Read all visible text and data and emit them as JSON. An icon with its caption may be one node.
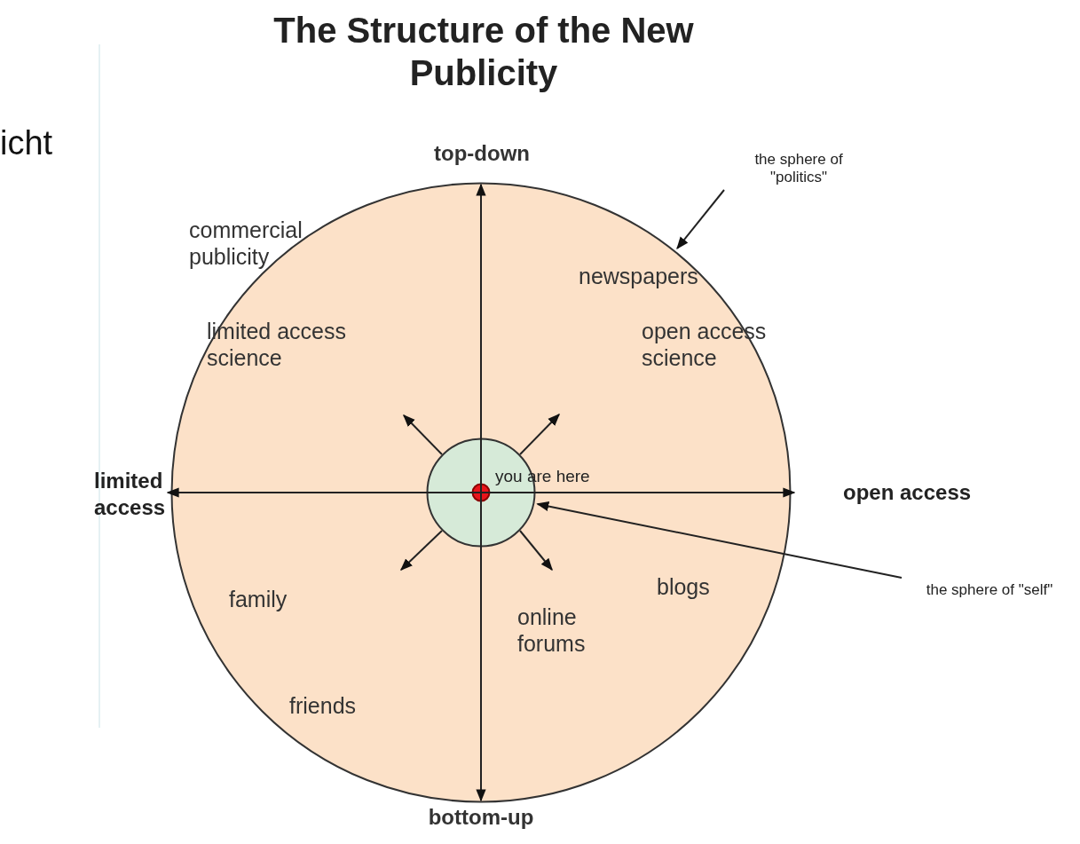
{
  "diagram": {
    "title": "The Structure of the New Publicity",
    "nodes": [
      {
        "text": [],
        "shape": "circle"
      },
      {
        "text": [],
        "shape": "circle",
        "in": 0
      },
      {
        "text": [],
        "shape": "circle",
        "in": 1,
        "beside": [
          "you are here"
        ]
      },
      {
        "text": [
          "the sphere of \"politics\""
        ]
      },
      {
        "text": [
          "the sphere of \"self\""
        ]
      }
    ],
    "edges": [
      {
        "from": 3,
        "to": 0,
        "arrow": "to"
      },
      {
        "from": 4,
        "to": 1,
        "arrow": "to"
      }
    ],
    "labels": [
      "icht",
      "top-down",
      "commercial publicity",
      "newspapers",
      "limited access science",
      "open access science",
      "limited access",
      "open access",
      "family",
      "blogs",
      "online forums",
      "friends",
      "bottom-up"
    ]
  }
}
